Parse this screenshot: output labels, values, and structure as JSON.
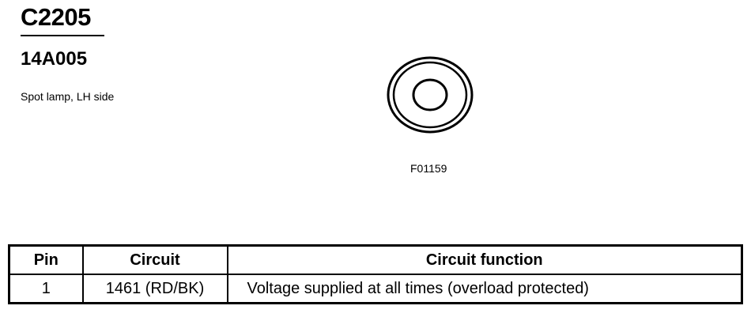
{
  "connector": {
    "id": "C2205",
    "part_number": "14A005",
    "description": "Spot lamp, LH side",
    "figure_code": "F01159"
  },
  "table": {
    "headers": [
      "Pin",
      "Circuit",
      "Circuit function"
    ],
    "rows": [
      {
        "pin": "1",
        "circuit": "1461 (RD/BK)",
        "function": "Voltage supplied at all times (overload protected)"
      }
    ]
  }
}
